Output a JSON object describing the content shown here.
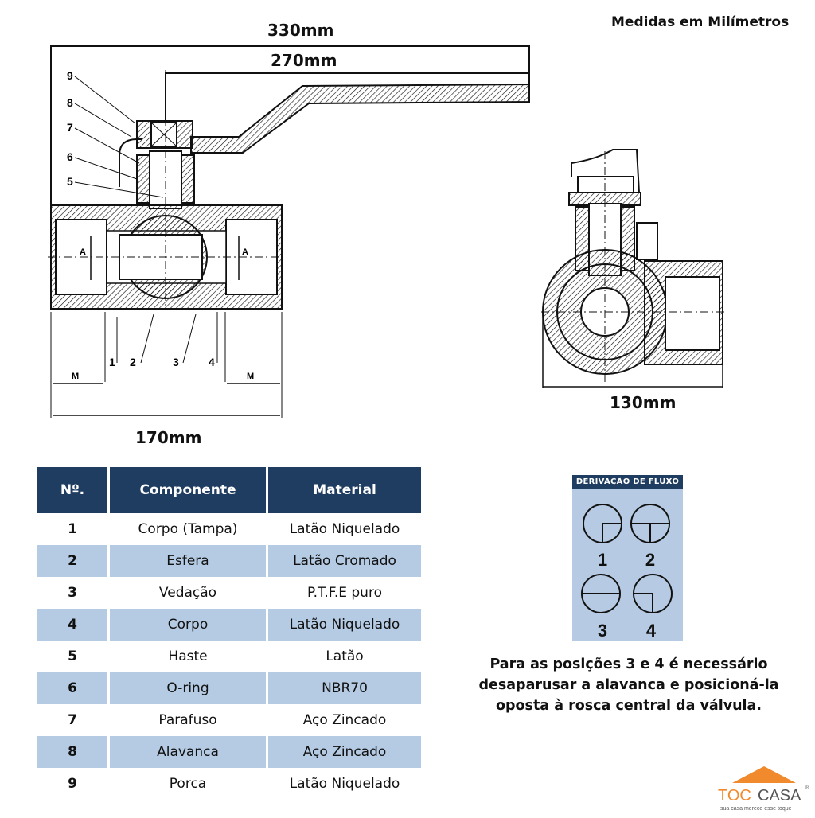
{
  "header": {
    "units_note": "Medidas em Milímetros"
  },
  "drawing": {
    "dim_total_length": "330mm",
    "dim_handle": "270mm",
    "dim_body_length": "170mm",
    "dim_side_width": "130mm",
    "label_thread": "M",
    "label_bore": "A",
    "callouts": [
      "1",
      "2",
      "3",
      "4",
      "5",
      "6",
      "7",
      "8",
      "9"
    ]
  },
  "parts_table": {
    "headers": [
      "Nº.",
      "Componente",
      "Material"
    ],
    "rows": [
      {
        "no": "1",
        "component": "Corpo (Tampa)",
        "material": "Latão Niquelado"
      },
      {
        "no": "2",
        "component": "Esfera",
        "material": "Latão Cromado"
      },
      {
        "no": "3",
        "component": "Vedação",
        "material": "P.T.F.E puro"
      },
      {
        "no": "4",
        "component": "Corpo",
        "material": "Latão Niquelado"
      },
      {
        "no": "5",
        "component": "Haste",
        "material": "Latão"
      },
      {
        "no": "6",
        "component": "O-ring",
        "material": "NBR70"
      },
      {
        "no": "7",
        "component": "Parafuso",
        "material": "Aço Zincado"
      },
      {
        "no": "8",
        "component": "Alavanca",
        "material": "Aço Zincado"
      },
      {
        "no": "9",
        "component": "Porca",
        "material": "Latão Niquelado"
      }
    ]
  },
  "flow": {
    "title": "DERIVAÇÃO DE FLUXO",
    "positions": [
      "1",
      "2",
      "3",
      "4"
    ]
  },
  "note": "Para as posições 3 e 4 é necessário desaparusar a alavanca e posicioná-la oposta à rosca central da válvula.",
  "brand": {
    "name_part1": "TOC",
    "name_part2": "CASA",
    "registered": "®",
    "tagline": "sua casa merece esse toque",
    "color_orange": "#f08a2c",
    "color_grey": "#555555"
  },
  "colors": {
    "header_navy": "#1f3d60",
    "row_blue": "#b5cbe4"
  }
}
